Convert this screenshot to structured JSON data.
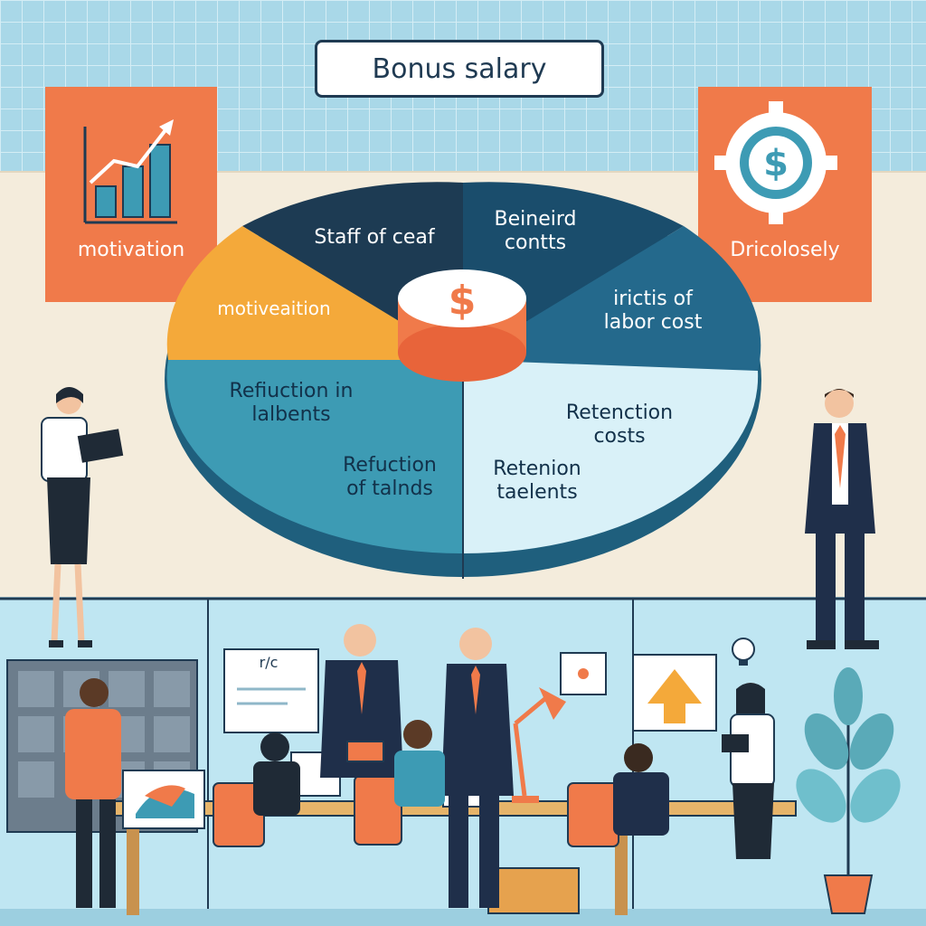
{
  "title": "Bonus salary",
  "panels": {
    "left": "motivation",
    "right": "Dricolosely"
  },
  "pie_labels": {
    "staff": "Staff of ceaf",
    "benefit": "Beineird\ncontts",
    "motivation": "motiveaition",
    "labor": "irictis of\nlabor cost",
    "reduction_talents": "Refiuction in\nlalbents",
    "reduction_talnds": "Refuction\nof talnds",
    "retention_costs": "Retenction\ncosts",
    "retention_talents": "Retenion\ntaelents"
  },
  "screen_text": "r/c",
  "icons": [
    "dollar-icon",
    "dollar-gear-icon",
    "growth-chart-icon",
    "lightbulb-icon",
    "plant-icon"
  ],
  "colors": {
    "navy": "#1f3a52",
    "orange": "#f07a4a",
    "yellow": "#f4a93a",
    "teal": "#3d9bb4",
    "light_blue": "#d9f1f8",
    "cream": "#f4ecdc"
  }
}
